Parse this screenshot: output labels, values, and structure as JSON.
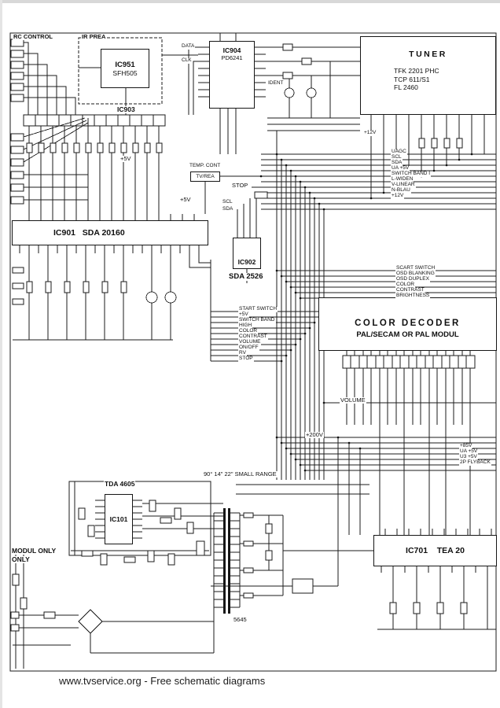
{
  "page": {
    "caption": "www.tvservice.org - Free schematic diagrams"
  },
  "labels": {
    "rc_control": "RC CONTROL",
    "ir_prea": "IR PREA",
    "ic951_ref": "IC951",
    "ic951_part": "SFH505",
    "ic903": "IC903",
    "ic904_ref": "IC904",
    "ic904_part": "PD6241",
    "pin_data": "DATA",
    "pin_clk": "CLK",
    "pin_ident": "IDENT",
    "tuner_title": "TUNER",
    "tuner_line1": "TFK 2201 PHC",
    "tuner_line2": "TCP 611/S1",
    "tuner_line3": "FL 2460",
    "ic901": "IC901   SDA 20160",
    "ic902_ref": "IC902",
    "ic902_part": "SDA 2526",
    "stop": "STOP",
    "scl": "SCL",
    "sda": "SDA",
    "temp_cont": "TEMP. CONT",
    "tv_rea": "TV/REA",
    "plus5v": "+5V",
    "plus12v": "+12V",
    "plus200v": "+200V",
    "decoder_line1": "COLOR DECODER",
    "decoder_line2": "PAL/SECAM OR PAL MODUL",
    "volume": "VOLUME",
    "tda4605": "TDA 4605",
    "ic101": "IC101",
    "transformer": "5645",
    "ic701": "IC701    TEA 20",
    "modul_only_1": "MODUL ONLY",
    "modul_only_2": "ONLY",
    "small_range": "90° 14\" 22\" SMALL RANGE"
  },
  "bus_right_top": [
    "UAGC",
    "SCL",
    "SDA",
    "UA +5V",
    "SWITCH BAND I",
    "L-WIDEN",
    "V-LINEAR",
    "N-BLAU",
    "+12V"
  ],
  "decoder_inputs": [
    "SCART SWITCH",
    "OSD BLANKING",
    "OSD DUPLEX",
    "COLOR",
    "CONTRAST",
    "BRIGHTNESS"
  ],
  "bus_left": [
    "START SWITCH",
    "+5V",
    "SWITCH BAND",
    "HIGH",
    "COLOR",
    "CONTRAST",
    "VOLUME",
    "ON/OFF",
    "RV",
    "STOP"
  ],
  "right_rail": [
    "+85V",
    "UA +5V",
    "U3 +5V",
    "2P FLYBACK"
  ]
}
